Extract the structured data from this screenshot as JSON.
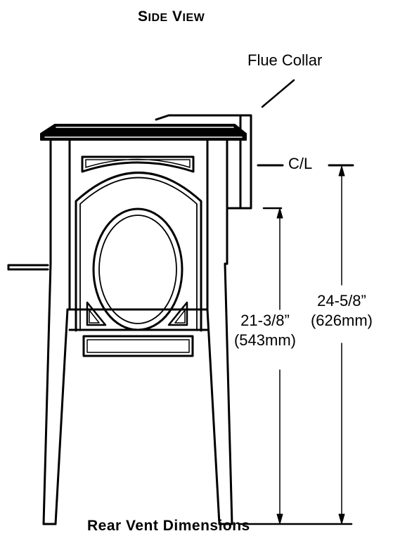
{
  "diagram": {
    "title_first_initial": "S",
    "title_first_rest": "IDE",
    "title_second_initial": "V",
    "title_second_rest": "IEW",
    "caption": "Rear Vent Dimensions",
    "labels": {
      "flue_collar": "Flue Collar",
      "centerline": "C/L"
    },
    "dimensions": [
      {
        "id": "centerline-height",
        "imperial": "24-5/8”",
        "metric": "(626mm)"
      },
      {
        "id": "collar-bottom-height",
        "imperial": "21-3/8”",
        "metric": "(543mm)"
      }
    ]
  }
}
